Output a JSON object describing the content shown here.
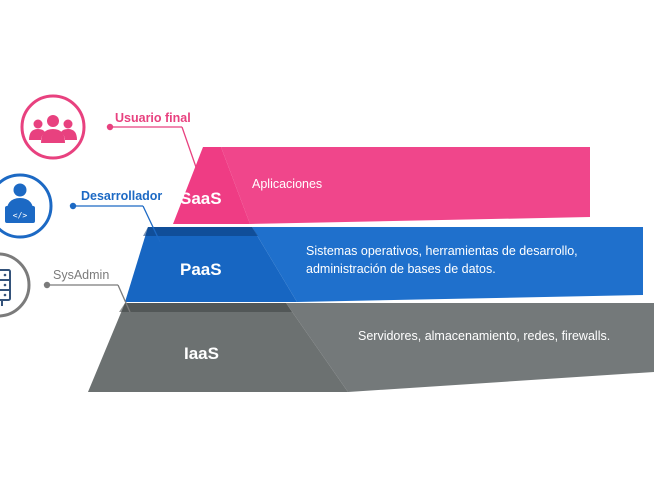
{
  "colors": {
    "saas": "#ee3f84",
    "paas": "#1a6dc7",
    "iaas": "#6f7474",
    "connector_saas": "#e8417f",
    "connector_paas": "#1c69c4",
    "connector_iaas": "#7b7b7b"
  },
  "tiers": {
    "saas": {
      "name": "SaaS",
      "description": "Aplicaciones"
    },
    "paas": {
      "name": "PaaS",
      "description_lines": [
        "Sistemas operativos, herramientas de desarrollo,",
        "administración de bases de datos."
      ]
    },
    "iaas": {
      "name": "IaaS",
      "description": "Servidores, almacenamiento, redes, firewalls."
    }
  },
  "roles": {
    "end_user": {
      "label": "Usuario final",
      "icon": "users-group-icon"
    },
    "developer": {
      "label": "Desarrollador",
      "icon": "developer-laptop-icon"
    },
    "sysadmin": {
      "label": "SysAdmin",
      "icon": "server-rack-icon"
    }
  }
}
